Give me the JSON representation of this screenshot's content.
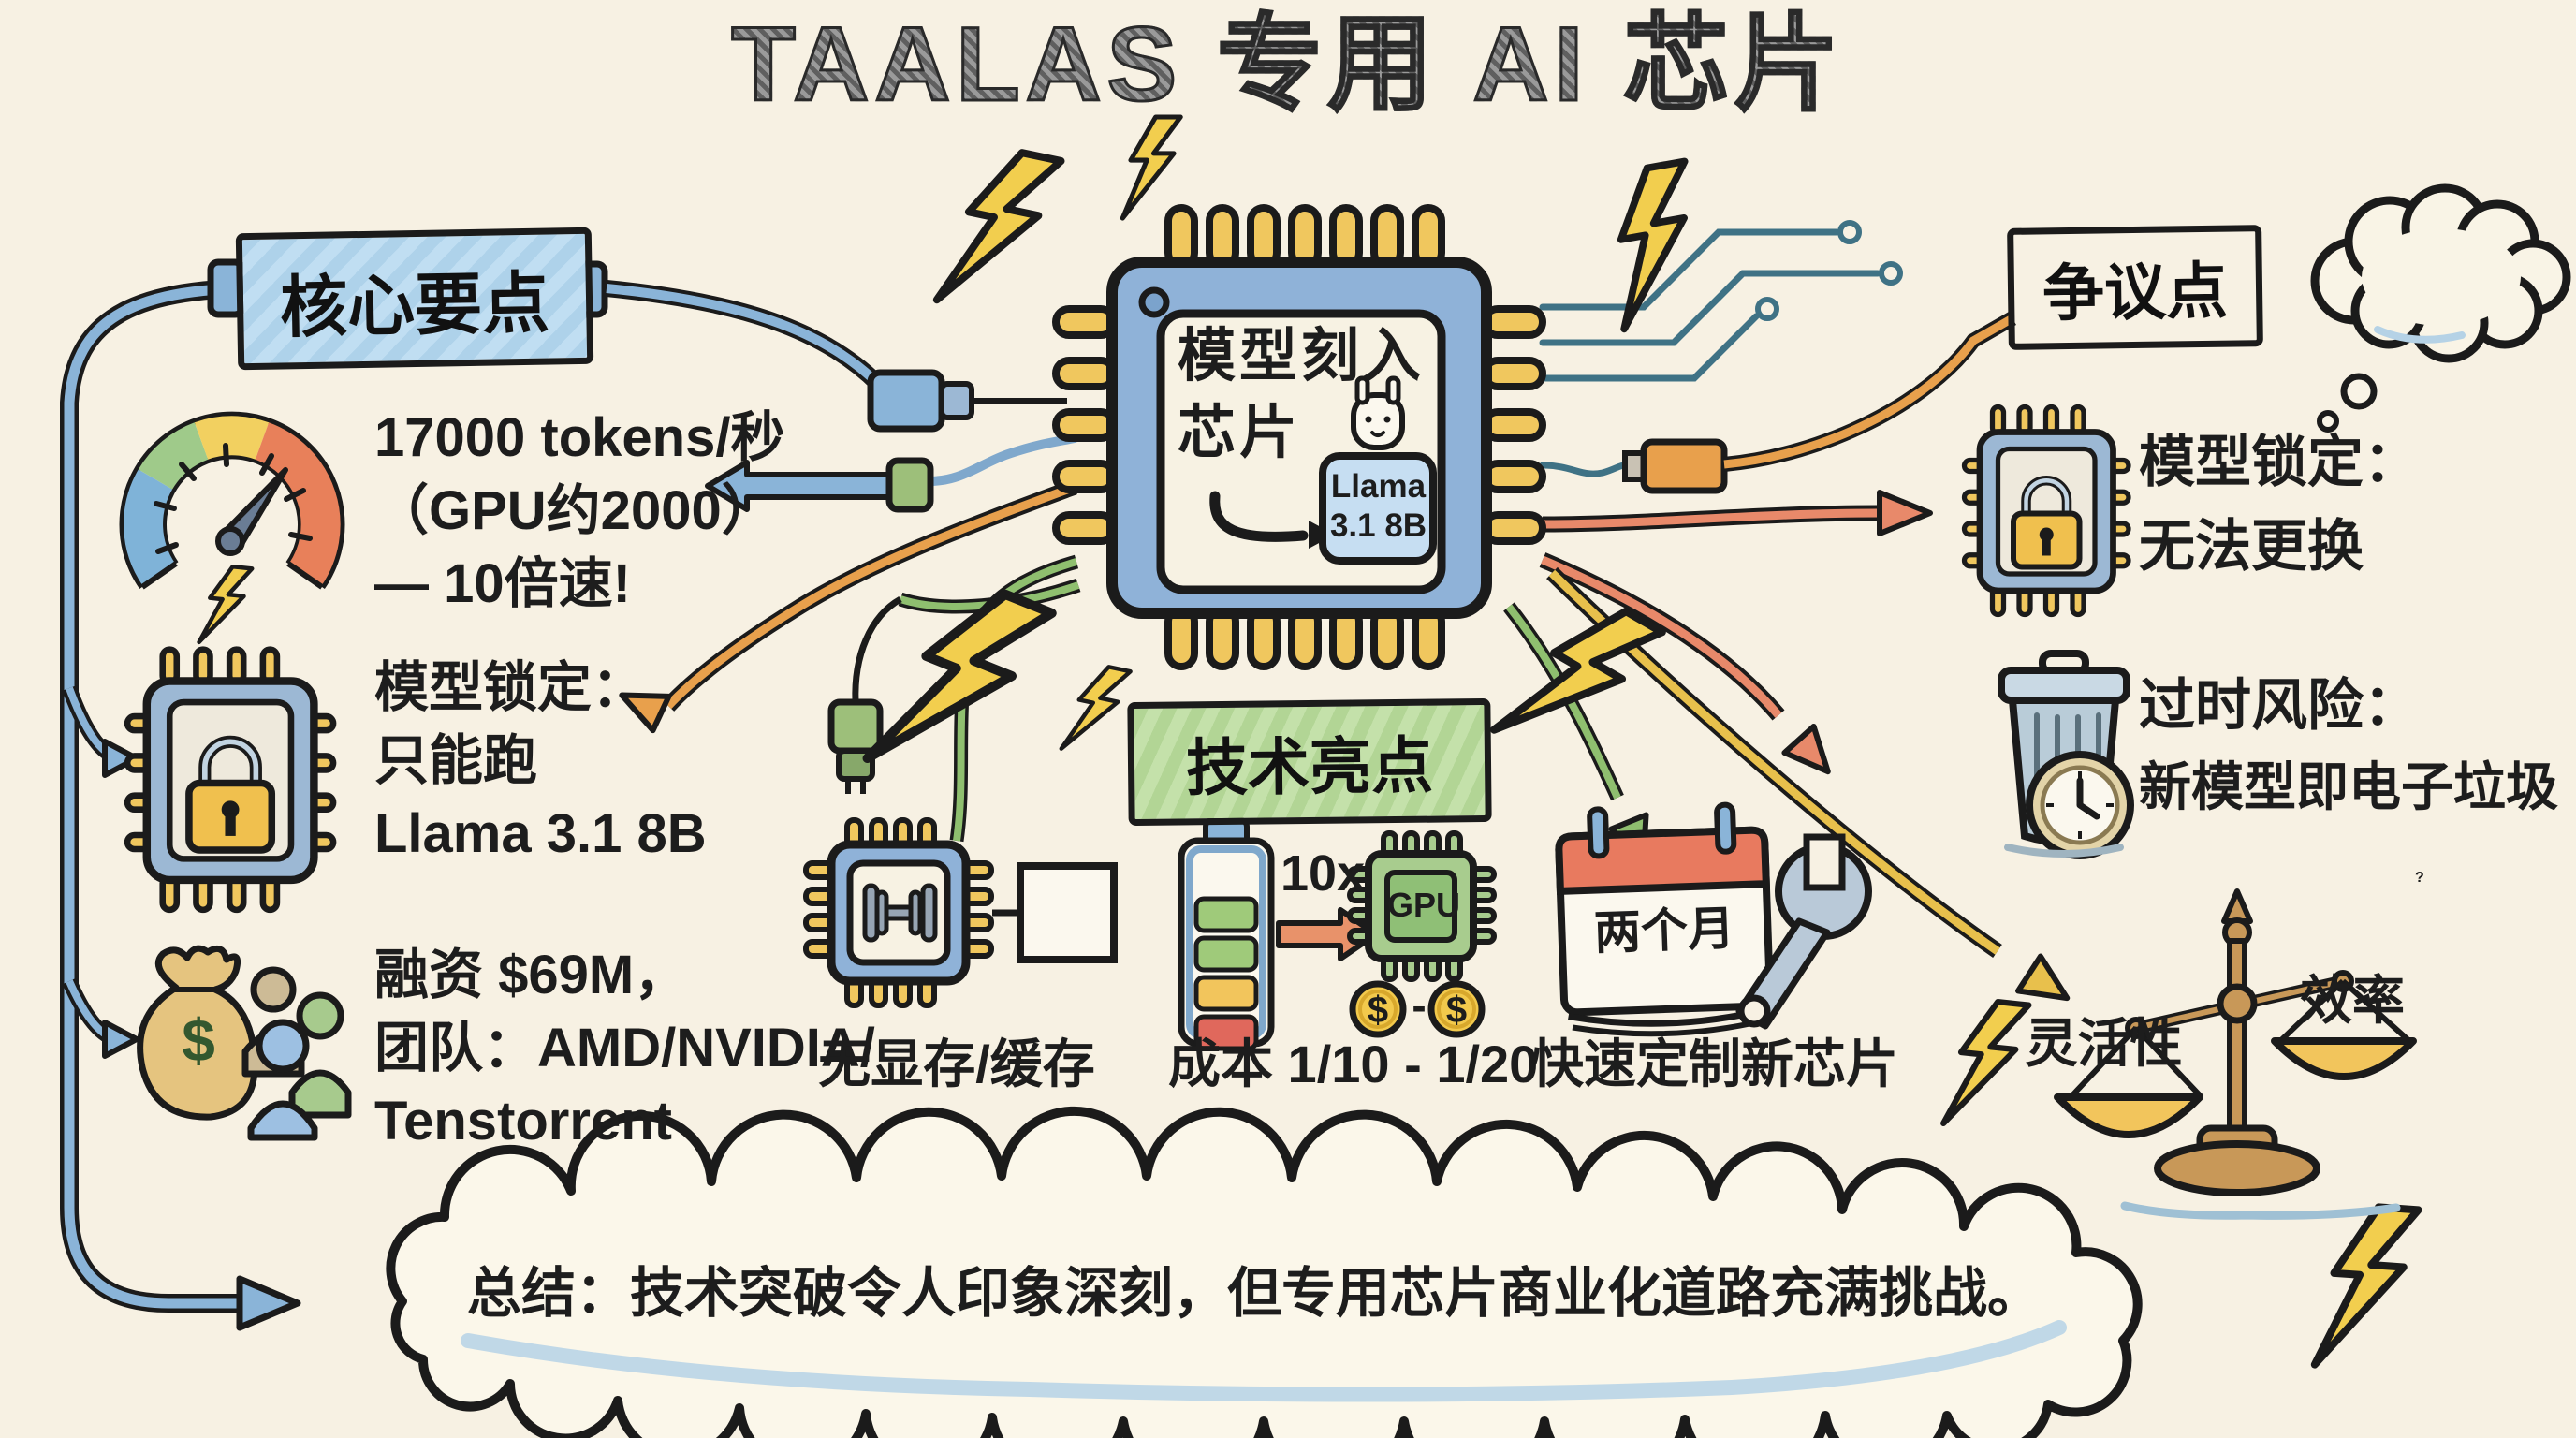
{
  "title": "TAALAS 专用 AI 芯片",
  "colors": {
    "paper": "#f7f1e3",
    "ink": "#1b1b1b",
    "label_blue": "#aed2ea",
    "label_green": "#b2d595",
    "label_orange": "#f1b173",
    "chip_blue": "#8fb2d8",
    "pin_yellow": "#f0c75e",
    "accent_red": "#e0795f",
    "accent_orange": "#e8a04c",
    "accent_yellow": "#f2ce4e",
    "accent_green": "#8fbf6f",
    "accent_sky": "#8ab4d8"
  },
  "core_section": {
    "label": "核心要点",
    "items": [
      {
        "lines": [
          "17000 tokens/秒",
          "（GPU约2000）",
          "— 10倍速!"
        ]
      },
      {
        "lines": [
          "模型锁定：",
          "只能跑",
          "Llama 3.1 8B"
        ]
      },
      {
        "lines": [
          "融资 $69M，",
          "团队：AMD/NVIDIA/",
          "Tenstorrent"
        ]
      }
    ]
  },
  "center_chip": {
    "title_line1": "模型刻入",
    "title_line2": "芯片",
    "model_line1": "Llama",
    "model_line2": "3.1 8B"
  },
  "highlights_section": {
    "label": "技术亮点",
    "items": [
      {
        "caption": "无显存/缓存"
      },
      {
        "caption": "成本 1/10 - 1/20",
        "multiplier": "10x",
        "chip_label": "GPU",
        "coin_symbol": "$",
        "separator": "-"
      },
      {
        "caption": "快速定制新芯片",
        "calendar_label": "两个月"
      }
    ]
  },
  "controversy_section": {
    "label": "争议点",
    "items": [
      {
        "lines": [
          "模型锁定：",
          "无法更换"
        ]
      },
      {
        "lines": [
          "过时风险：",
          "新模型即电子垃圾"
        ]
      },
      {
        "left_pan": "灵活性",
        "right_pan": "效率",
        "question_mark": "?"
      }
    ]
  },
  "funding_symbol": "$",
  "summary": {
    "text": "总结：技术突破令人印象深刻，但专用芯片商业化道路充满挑战。"
  }
}
